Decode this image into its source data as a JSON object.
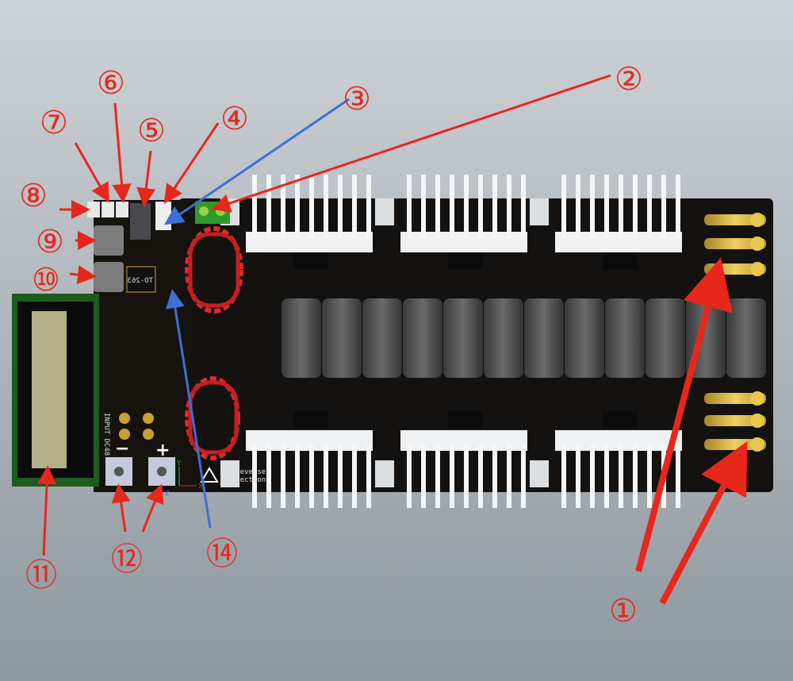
{
  "board": {
    "input_label": "INPUT DC48",
    "minus_label": "−",
    "plus_label": "+",
    "warning_line1": "No reverse",
    "warning_line2": "connection",
    "ic_label": "TO-263",
    "axis_x": "X",
    "axis_y": "Y",
    "axis_z": "Z"
  },
  "annotations": [
    "①",
    "②",
    "③",
    "④",
    "⑤",
    "⑥",
    "⑦",
    "⑧",
    "⑨",
    "⑩",
    "⑪",
    "⑫",
    "⑭"
  ],
  "colors": {
    "annotation_red": "#e8271c",
    "annotation_blue": "#3f6fd6",
    "pcb": "#141210",
    "inductor": "#e02a2a",
    "lcd_frame": "#1f5a1f"
  }
}
